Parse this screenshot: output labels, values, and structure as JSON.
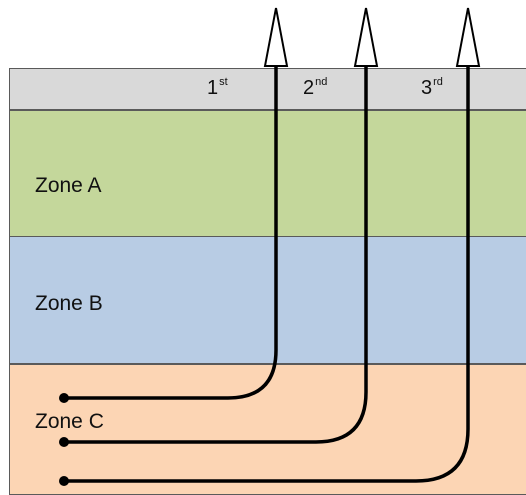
{
  "header": {
    "positions": [
      {
        "num": "1",
        "suffix": "st"
      },
      {
        "num": "2",
        "suffix": "nd"
      },
      {
        "num": "3",
        "suffix": "rd"
      }
    ]
  },
  "zones": [
    {
      "label": "Zone A",
      "color": "#c4d79b"
    },
    {
      "label": "Zone B",
      "color": "#b8cce4"
    },
    {
      "label": "Zone C",
      "color": "#fcd5b4"
    }
  ],
  "wells": [
    {
      "id": "well-1",
      "terminates_in": "Zone C"
    },
    {
      "id": "well-2",
      "terminates_in": "Zone C"
    },
    {
      "id": "well-3",
      "terminates_in": "Zone C"
    }
  ],
  "colors": {
    "header": "#d9d9d9",
    "line": "#000000",
    "border": "#5a5a5a"
  }
}
